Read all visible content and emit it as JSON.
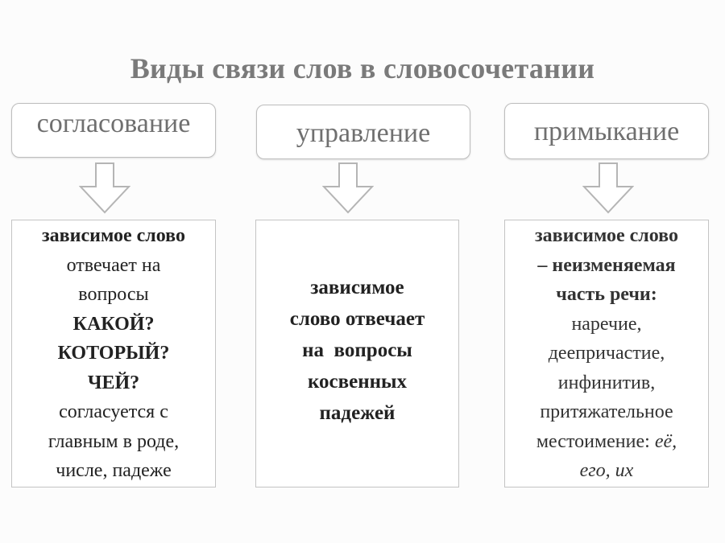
{
  "title": "Виды связи слов в словосочетании",
  "types": [
    {
      "label": "согласование",
      "lines": [
        {
          "text": "зависимое слово",
          "style": "bold"
        },
        {
          "text": "отвечает на",
          "style": "normal"
        },
        {
          "text": "вопросы",
          "style": "normal"
        },
        {
          "text": "КАКОЙ?",
          "style": "bold"
        },
        {
          "text": "КОТОРЫЙ?",
          "style": "bold"
        },
        {
          "text": "ЧЕЙ?",
          "style": "bold"
        },
        {
          "text": "согласуется с",
          "style": "normal"
        },
        {
          "text": "главным в роде,",
          "style": "normal"
        },
        {
          "text": "числе, падеже",
          "style": "normal"
        }
      ]
    },
    {
      "label": "управление",
      "lines": [
        {
          "text": "зависимое",
          "style": "bold"
        },
        {
          "text": "слово отвечает",
          "style": "bold"
        },
        {
          "text": "на  вопросы",
          "style": "bold"
        },
        {
          "text": "косвенных",
          "style": "bold"
        },
        {
          "text": "падежей",
          "style": "bold"
        }
      ]
    },
    {
      "label": "примыкание",
      "lines": [
        {
          "text": "зависимое слово",
          "style": "bold"
        },
        {
          "text": "– неизменяемая",
          "style": "bold"
        },
        {
          "text": "часть речи:",
          "style": "bold"
        },
        {
          "text": "наречие,",
          "style": "normal"
        },
        {
          "text": "деепричастие,",
          "style": "normal"
        },
        {
          "text": "инфинитив,",
          "style": "normal"
        },
        {
          "text": "притяжательное",
          "style": "normal"
        },
        {
          "text": "местоимение: ",
          "style": "normal",
          "italic_suffix": "её,"
        },
        {
          "text": "его, их",
          "style": "italic"
        }
      ]
    }
  ]
}
